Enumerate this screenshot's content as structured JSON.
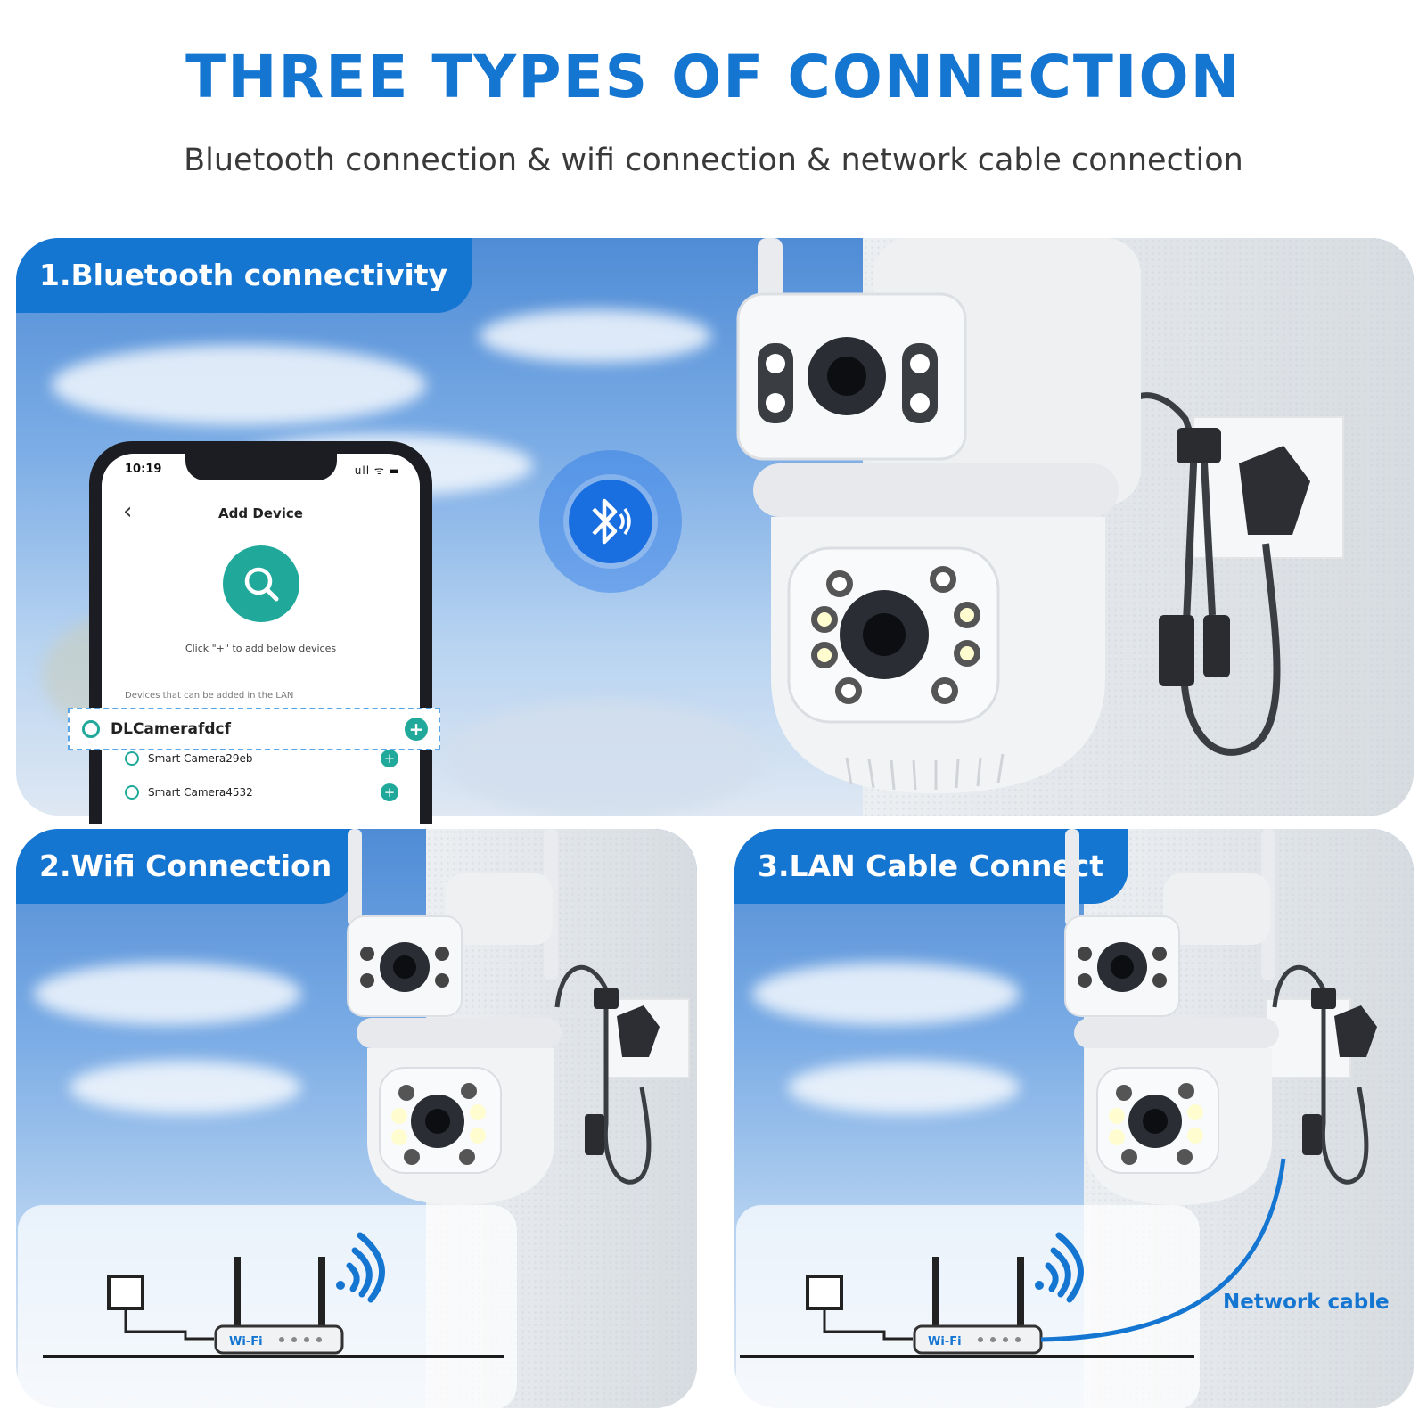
{
  "header": {
    "title": "THREE TYPES OF CONNECTION",
    "subtitle": "Bluetooth connection & wifi connection & network cable connection"
  },
  "panels": {
    "bluetooth": {
      "label": "1.Bluetooth connectivity",
      "phone": {
        "time": "10:19",
        "status_icons": "ull ᯤ ▬",
        "back_glyph": "‹",
        "screen_title": "Add Device",
        "hint": "Click \"+\" to add below devices",
        "lan_label": "Devices that can be added in the LAN",
        "highlight_device": "DLCamerafdcf",
        "devices": [
          "Smart Camera29eb",
          "Smart Camera4532"
        ],
        "plus_glyph": "+"
      }
    },
    "wifi": {
      "label": "2.Wifi Connection",
      "router_label": "Wi-Fi"
    },
    "lan": {
      "label": "3.LAN Cable Connect",
      "router_label": "Wi-Fi",
      "cable_label": "Network cable"
    }
  },
  "colors": {
    "brand_blue": "#1576d2",
    "app_teal": "#20a99a",
    "bluetooth_blue": "#1a6fe0"
  },
  "icons": [
    "bluetooth-icon",
    "search-icon",
    "camera-device-icon",
    "plus-icon",
    "wifi-signal-icon",
    "router-icon",
    "power-plug-icon"
  ]
}
